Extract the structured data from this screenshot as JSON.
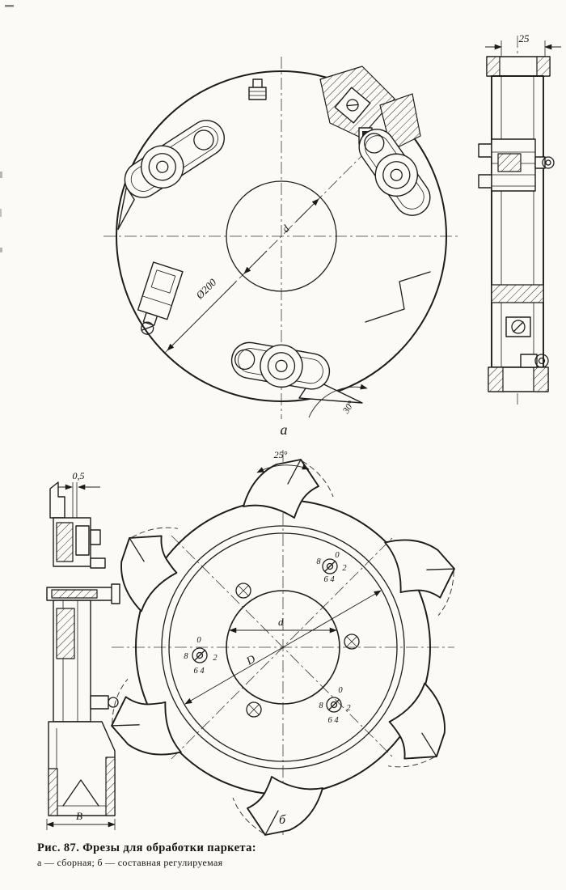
{
  "page": {
    "paper_color": "#fbfaf6",
    "ink_color": "#1d1d1d"
  },
  "caption": {
    "title": "Рис. 87. Фрезы для обработки паркета:",
    "legend": "а — сборная; б — составная регулируемая"
  },
  "view_a": {
    "label": "а",
    "front": {
      "diameter_dim": "Ø200",
      "angle_dim": "30°",
      "bore_dim": "d"
    },
    "side": {
      "width_dim": "25"
    }
  },
  "view_b": {
    "label": "б",
    "front": {
      "angle_dim": "25°",
      "bore_dim": "d",
      "flange_dim": "D",
      "scales": [
        {
          "n0": "0",
          "n8": "8",
          "n2": "2",
          "n64": "6 4"
        },
        {
          "n0": "0",
          "n8": "8",
          "n2": "2",
          "n64": "6 4"
        },
        {
          "n0": "0",
          "n8": "8",
          "n2": "2",
          "n64": "6 4"
        }
      ]
    },
    "side": {
      "gap_dim": "0,5",
      "width_dim": "В"
    }
  }
}
